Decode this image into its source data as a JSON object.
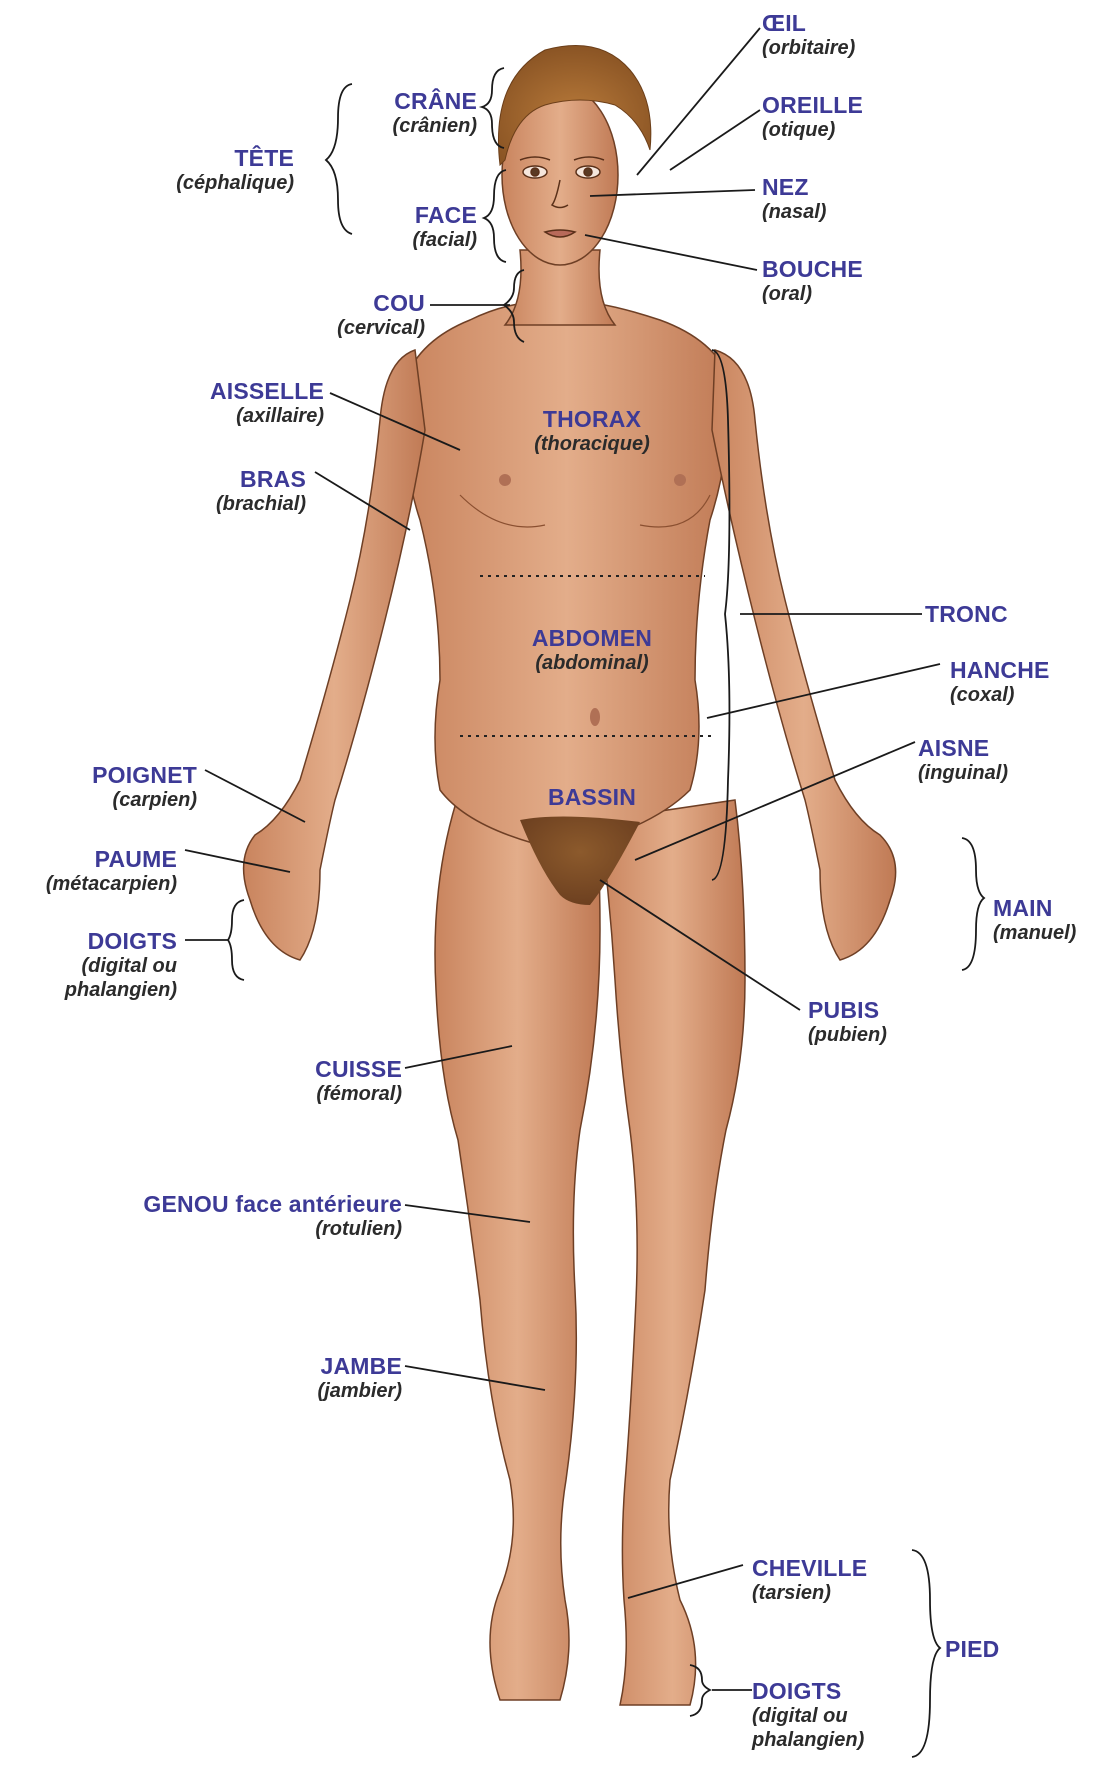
{
  "colors": {
    "label_title": "#3d3a96",
    "label_sub": "#2b2b2b",
    "skin": "#d9a07a",
    "hair": "#a9692f",
    "line": "#1a1a1a"
  },
  "labels": {
    "oeil": {
      "title": "ŒIL",
      "sub": "(orbitaire)"
    },
    "crane": {
      "title": "CRÂNE",
      "sub": "(crânien)"
    },
    "oreille": {
      "title": "OREILLE",
      "sub": "(otique)"
    },
    "tete": {
      "title": "TÊTE",
      "sub": "(céphalique)"
    },
    "nez": {
      "title": "NEZ",
      "sub": "(nasal)"
    },
    "face": {
      "title": "FACE",
      "sub": "(facial)"
    },
    "bouche": {
      "title": "BOUCHE",
      "sub": "(oral)"
    },
    "cou": {
      "title": "COU",
      "sub": "(cervical)"
    },
    "aisselle": {
      "title": "AISSELLE",
      "sub": "(axillaire)"
    },
    "thorax": {
      "title": "THORAX",
      "sub": "(thoracique)"
    },
    "bras": {
      "title": "BRAS",
      "sub": "(brachial)"
    },
    "tronc": {
      "title": "TRONC"
    },
    "abdomen": {
      "title": "ABDOMEN",
      "sub": "(abdominal)"
    },
    "hanche": {
      "title": "HANCHE",
      "sub": "(coxal)"
    },
    "aisne": {
      "title": "AISNE",
      "sub": "(inguinal)"
    },
    "poignet": {
      "title": "POIGNET",
      "sub": "(carpien)"
    },
    "bassin": {
      "title": "BASSIN"
    },
    "paume": {
      "title": "PAUME",
      "sub": "(métacarpien)"
    },
    "main": {
      "title": "MAIN",
      "sub": "(manuel)"
    },
    "doigts_main": {
      "title": "DOIGTS",
      "sub1": "(digital ou",
      "sub2": "phalangien)"
    },
    "pubis": {
      "title": "PUBIS",
      "sub": "(pubien)"
    },
    "cuisse": {
      "title": "CUISSE",
      "sub": "(fémoral)"
    },
    "genou": {
      "title": "GENOU face antérieure",
      "sub": "(rotulien)"
    },
    "jambe": {
      "title": "JAMBE",
      "sub": "(jambier)"
    },
    "cheville": {
      "title": "CHEVILLE",
      "sub": "(tarsien)"
    },
    "pied": {
      "title": "PIED"
    },
    "doigts_pied": {
      "title": "DOIGTS",
      "sub1": "(digital ou",
      "sub2": "phalangien)"
    }
  }
}
